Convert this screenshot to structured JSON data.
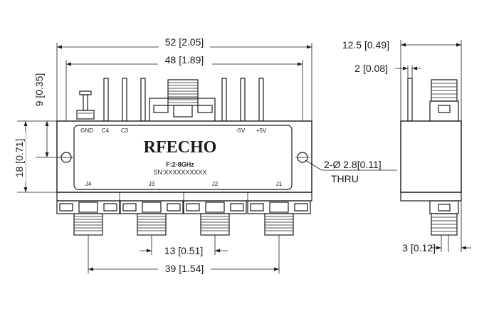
{
  "brand": "RFECHO",
  "frequency": "F:2-8GHz",
  "serial": "SN:XXXXXXXXXX",
  "top_pins": [
    "GND",
    "C4",
    "C3",
    "-5V",
    "+5V"
  ],
  "ports": [
    "J4",
    "J3",
    "J2",
    "J1"
  ],
  "dimensions": {
    "overall_width": "52 [2.05]",
    "hole_spacing": "48 [1.89]",
    "mount_offset": "9 [0.35]",
    "body_height": "18 [0.71]",
    "hole_callout": "2-Ø 2.8[0.11]",
    "hole_note": "THRU",
    "port_pitch": "13 [0.51]",
    "outer_port_span": "39 [1.54]",
    "side_depth": "12.5 [0.49]",
    "pin_offset": "2 [0.08]",
    "connector_offset": "3 [0.12]"
  }
}
